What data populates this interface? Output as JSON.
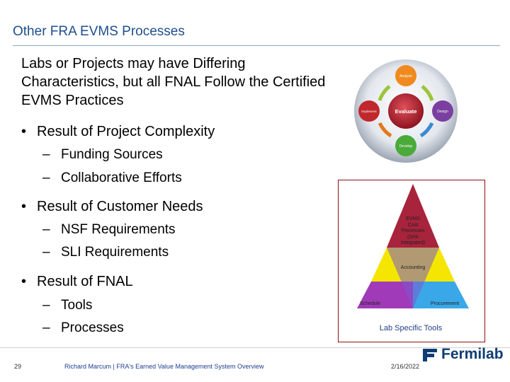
{
  "slide": {
    "title": "Other FRA EVMS Processes",
    "intro": "Labs or Projects may have Differing Characteristics, but all FNAL Follow the Certified EVMS Practices"
  },
  "bullets": [
    {
      "label": "Result of Project Complexity",
      "subs": [
        "Funding Sources",
        "Collaborative Efforts"
      ]
    },
    {
      "label": "Result of Customer Needs",
      "subs": [
        "NSF Requirements",
        "SLI Requirements"
      ]
    },
    {
      "label": "Result of FNAL",
      "subs": [
        "Tools",
        "Processes"
      ]
    }
  ],
  "cycle_diagram": {
    "center": "Evaluate",
    "nodes": {
      "top": "Analyze",
      "right": "Design",
      "bottom": "Develop",
      "left": "Implement"
    },
    "colors": {
      "top": "#f08a1e",
      "right": "#7a3fa0",
      "bottom": "#4aaa3a",
      "left": "#c0282c",
      "center": "#b8232c"
    }
  },
  "pyramid": {
    "top_label_lines": [
      "EVMS",
      "Cost",
      "Processes",
      "(SPA",
      "Integrated)"
    ],
    "middle_label": "Accounting",
    "left_label": "Schedule",
    "right_label": "Procurement",
    "caption": "Lab Specific Tools",
    "colors": {
      "top": "#a8233c",
      "middle": "#f4e600",
      "left": "#a03ab8",
      "right": "#3aa8e8"
    }
  },
  "footer": {
    "page_number": "29",
    "text": "Richard Marcum | FRA's Earned Value Management System Overview",
    "date": "2/16/2022",
    "logo": "Fermilab"
  }
}
